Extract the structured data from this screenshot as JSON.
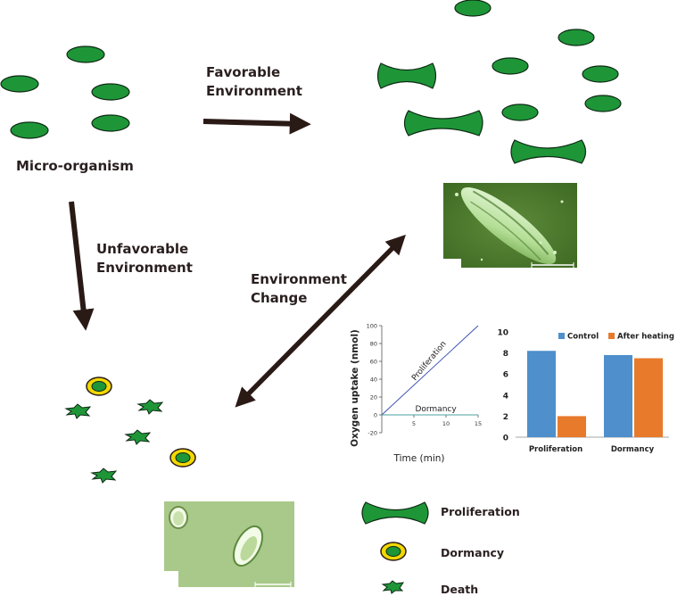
{
  "labels": {
    "microorganism": "Micro-organism",
    "favorable_line1": "Favorable",
    "favorable_line2": "Environment",
    "unfavorable_line1": "Unfavorable",
    "unfavorable_line2": "Environment",
    "change_line1": "Environment",
    "change_line2": "Change"
  },
  "legend": {
    "proliferation": "Proliferation",
    "dormancy": "Dormancy",
    "death": "Death"
  },
  "colors": {
    "cell_green": "#1e9638",
    "cell_outline": "#0e2a14",
    "spore_yellow": "#f2d800",
    "arrow": "#2a1a16",
    "bar_control": "#4e8fcc",
    "bar_heating": "#e87a2c",
    "line_blue": "#3e54b0",
    "line_teal": "#4aa0a0"
  },
  "chart_data": [
    {
      "type": "line",
      "xlabel": "Time (min)",
      "ylabel": "Oxygen uptake (nmol)",
      "xlim": [
        0,
        15
      ],
      "ylim": [
        -20,
        100
      ],
      "x_ticks": [
        "5",
        "10",
        "15"
      ],
      "y_ticks": [
        "-20",
        "0",
        "20",
        "40",
        "60",
        "80",
        "100"
      ],
      "series": [
        {
          "name": "Proliferation",
          "x": [
            0,
            15
          ],
          "y": [
            0,
            100
          ]
        },
        {
          "name": "Dormancy",
          "x": [
            0,
            15
          ],
          "y": [
            0,
            0
          ]
        }
      ]
    },
    {
      "type": "bar",
      "categories": [
        "Proliferation",
        "Dormancy"
      ],
      "series": [
        {
          "name": "Control",
          "values": [
            8.2,
            7.8
          ]
        },
        {
          "name": "After heating",
          "values": [
            2.0,
            7.5
          ]
        }
      ],
      "ylim": [
        0,
        10
      ],
      "y_ticks": [
        "0",
        "2",
        "4",
        "6",
        "8",
        "10"
      ],
      "legend_position": "top"
    }
  ]
}
